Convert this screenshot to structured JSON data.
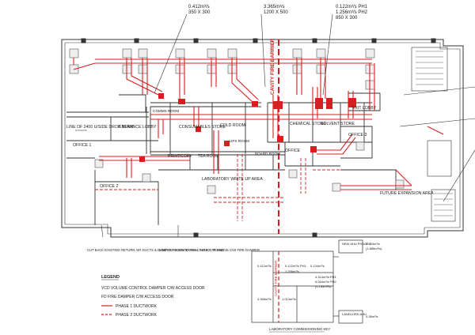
{
  "callouts": {
    "c1_line1": "0.412m³/s",
    "c1_line2": "350 X 300",
    "c2_line1": "3.365m³/s",
    "c2_line2": "1200 X 500",
    "c3_line1": "0.122m³/s PH1",
    "c3_line2": "1.256m³/s PH2",
    "c3_line3": "850 X 300"
  },
  "rooms": {
    "entrance_lobby": "ENTRANCE LOBBY",
    "consumables_store": "CONSUMABLES STORE",
    "cold_room": "COLD ROOM",
    "chemical_store": "CHEMICAL STORE",
    "solvent_store": "SOLVENT STORE",
    "exit_lobby": "EXIT LOBBY",
    "office_1": "OFFICE 1",
    "office_2": "OFFICE 2",
    "office_3": "OFFICE 3",
    "office_4": "OFFICE",
    "print_copy": "PRINT/COPY",
    "tea_room": "TEA ROOM",
    "board_room": "BOARD ROOM",
    "lab_write_up": "LABORATORY WRITE UP AREA",
    "future_expansion": "FUTURE EXPANSION AREA",
    "comms_room": "COMMS ROOM",
    "ups_room": "UPS ROOM",
    "fire_barrier": "CAVITY FIRE BARRIER"
  },
  "notes": {
    "line_drop_beam": "LINE OF 2400 U/SIDE DROP BEAM",
    "cut_back": "CUT BACK EXISTING RETURN AIR DUCTS & DAMPER FLUSH TO WALL WITH CAP END.",
    "tea_extract": "100Ø TEA ROOM EXTRACT DUCT TO ABOVE C/W FIRE DAMPER."
  },
  "legend": {
    "heading": "LEGEND",
    "vcd": "VCD  VOLUME CONTROL DAMPER C/W ACCESS DOOR",
    "fd": "FD    FIRE DAMPER C/W ACCESS DOOR",
    "phase1": "PHASE 1 DUCTWORK",
    "phase2": "PHASE 2 DUCTWORK"
  },
  "schematic": {
    "title": "LABORATORY COMMISSIONING KEY",
    "new_ahu": "NEW AHU PHASE 1",
    "new_ahu_flow1": "2.534m³/s",
    "new_ahu_flow2": "(1.886m³/s)",
    "landlord_ahu": "LANDLORD AHU",
    "landlord_flow": "4.38m³/s",
    "barrier": "CAVITY FIRE BARRIER",
    "f1": "0.412m³/s",
    "f2": "0.122m³/s PH1",
    "f3": "1.256m³/s",
    "f4": "0.134m³/s",
    "f5": "4.314m³/s PH1",
    "f6": "6.064m³/s PH2",
    "f7": "(1.134m³/s)",
    "f8": "3.365m³/s",
    "f9": "1.013m³/s"
  },
  "colors": {
    "phase1": "#d42020",
    "phase2": "#d42020",
    "linework": "#333333"
  }
}
